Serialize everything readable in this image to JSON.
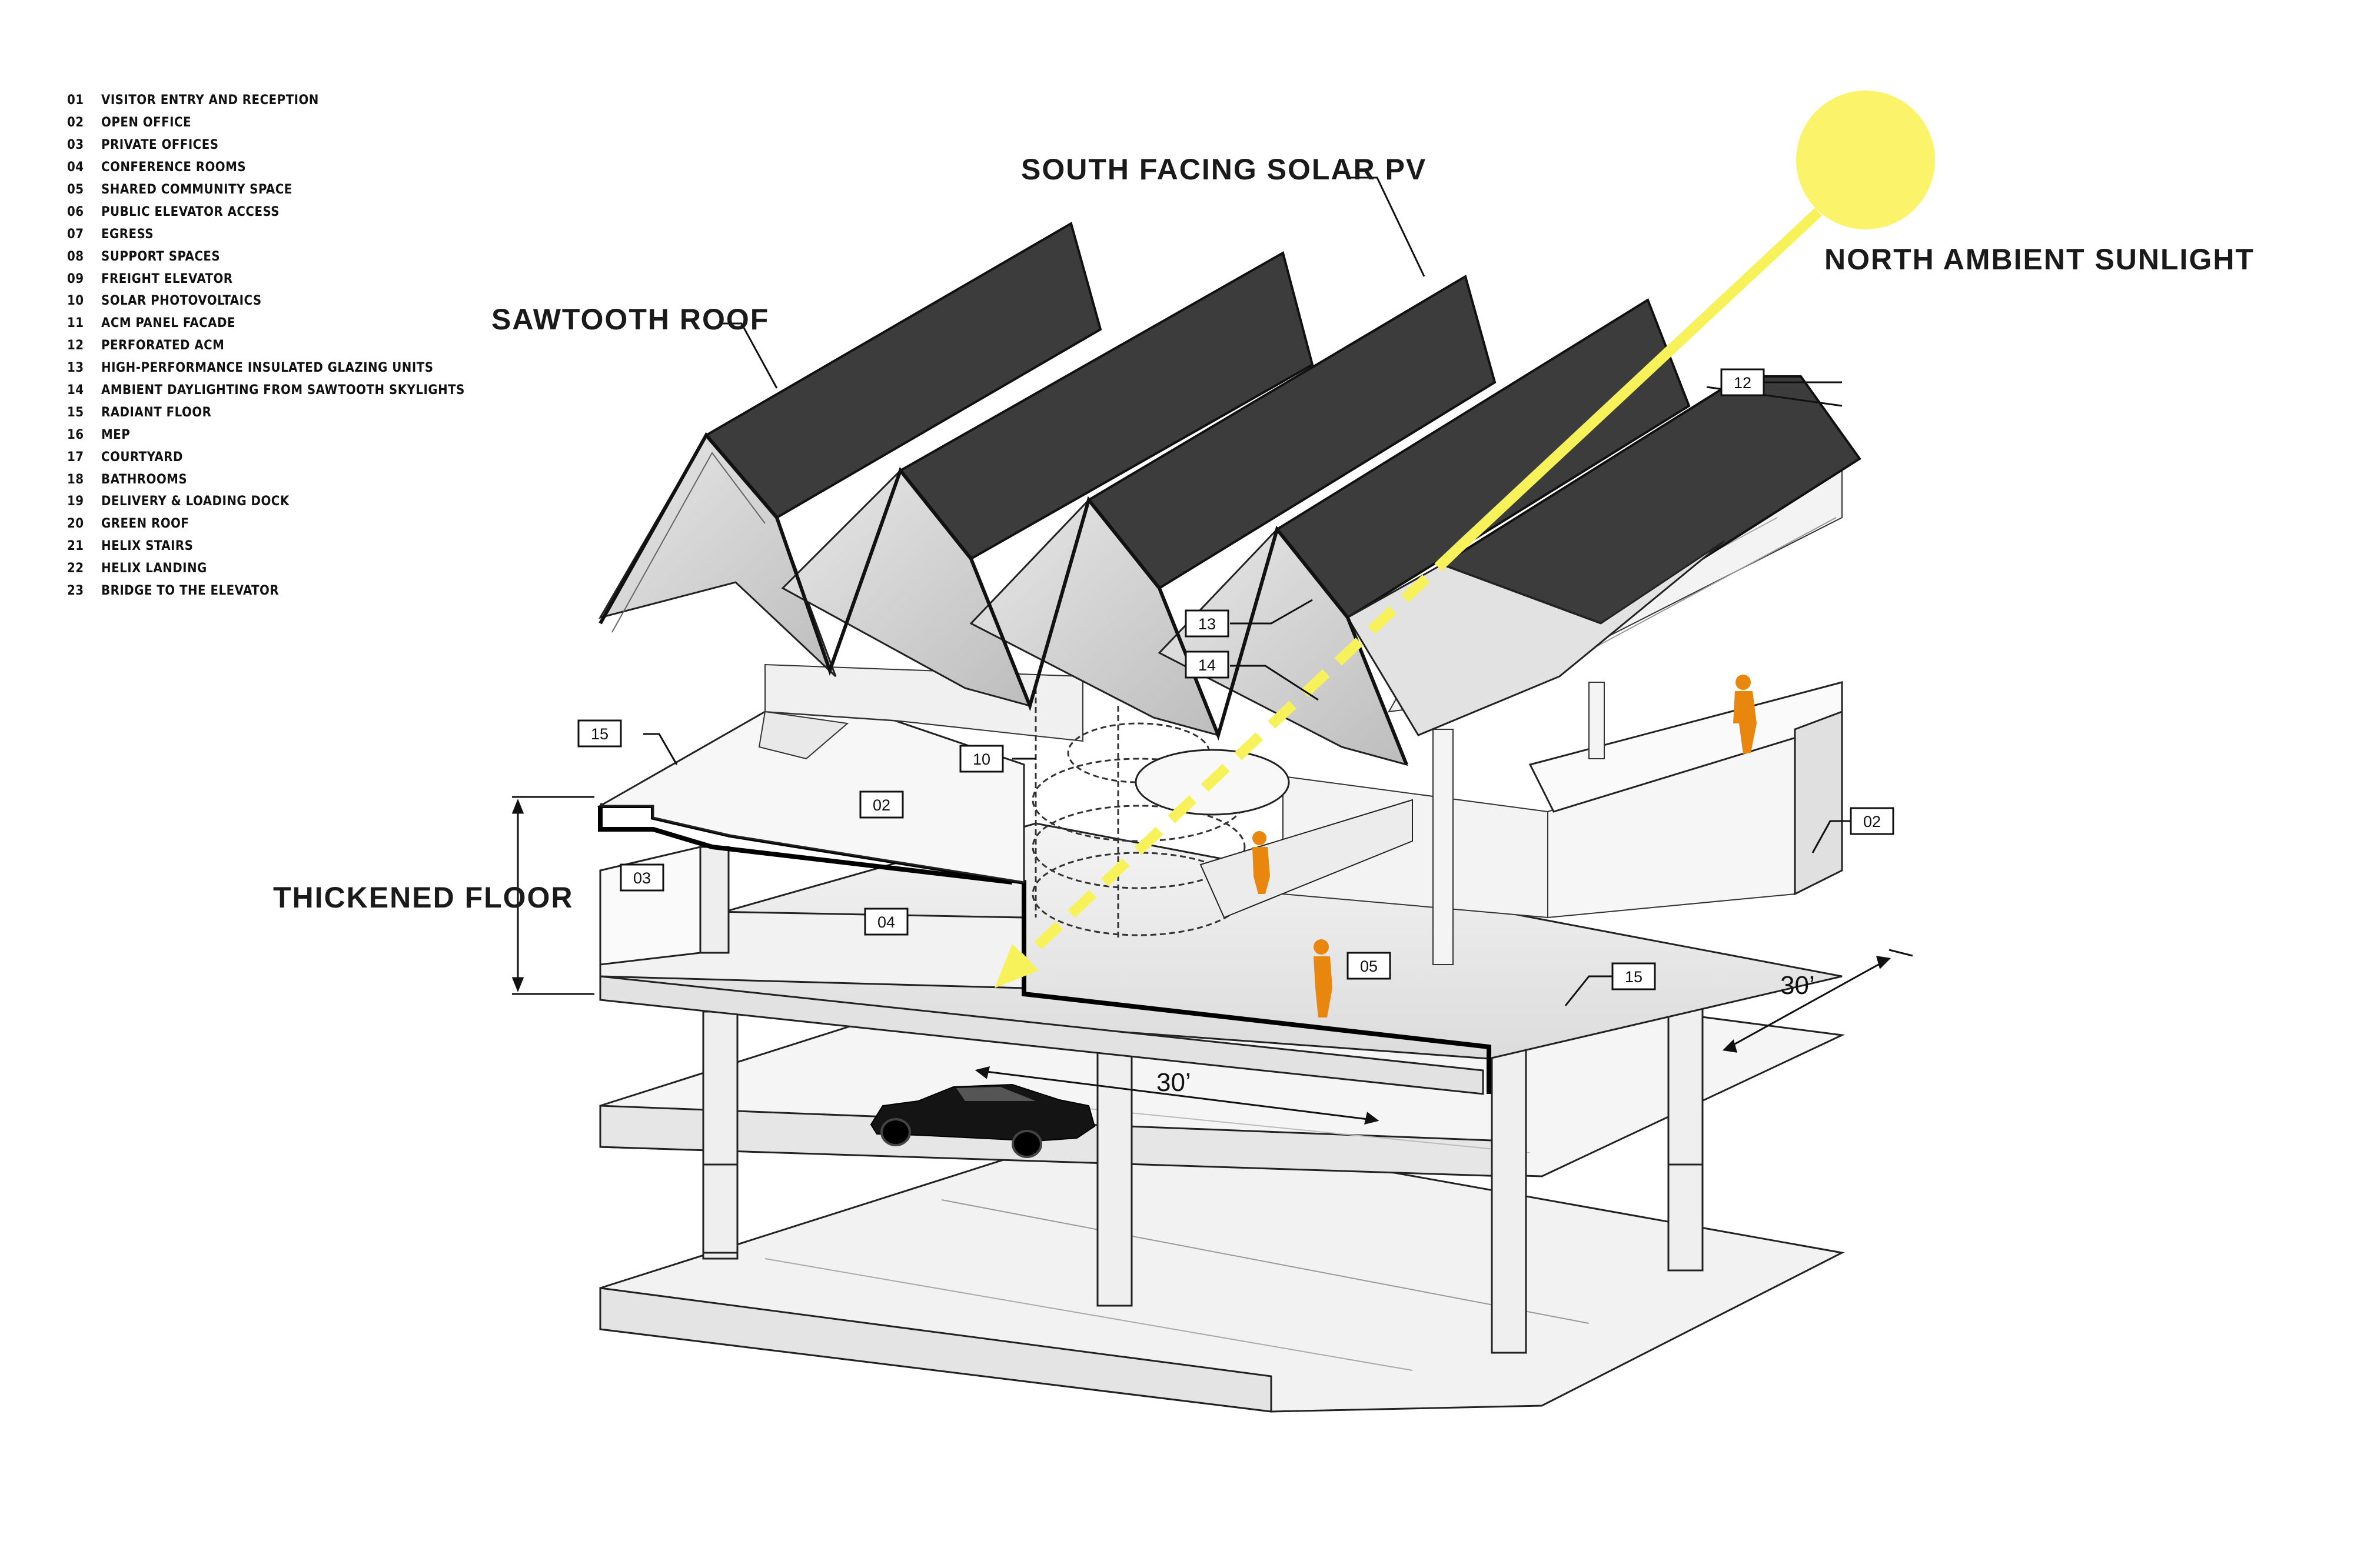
{
  "legend": [
    {
      "num": "01",
      "text": "VISITOR ENTRY AND RECEPTION"
    },
    {
      "num": "02",
      "text": "OPEN OFFICE"
    },
    {
      "num": "03",
      "text": "PRIVATE OFFICES"
    },
    {
      "num": "04",
      "text": "CONFERENCE ROOMS"
    },
    {
      "num": "05",
      "text": "SHARED COMMUNITY SPACE"
    },
    {
      "num": "06",
      "text": "PUBLIC ELEVATOR ACCESS"
    },
    {
      "num": "07",
      "text": "EGRESS"
    },
    {
      "num": "08",
      "text": "SUPPORT SPACES"
    },
    {
      "num": "09",
      "text": "FREIGHT ELEVATOR"
    },
    {
      "num": "10",
      "text": "SOLAR PHOTOVOLTAICS"
    },
    {
      "num": "11",
      "text": "ACM PANEL FACADE"
    },
    {
      "num": "12",
      "text": "PERFORATED ACM"
    },
    {
      "num": "13",
      "text": "HIGH-PERFORMANCE INSULATED GLAZING UNITS"
    },
    {
      "num": "14",
      "text": "AMBIENT DAYLIGHTING FROM SAWTOOTH SKYLIGHTS"
    },
    {
      "num": "15",
      "text": "RADIANT FLOOR"
    },
    {
      "num": "16",
      "text": "MEP"
    },
    {
      "num": "17",
      "text": "COURTYARD"
    },
    {
      "num": "18",
      "text": "BATHROOMS"
    },
    {
      "num": "19",
      "text": "DELIVERY & LOADING DOCK"
    },
    {
      "num": "20",
      "text": "GREEN ROOF"
    },
    {
      "num": "21",
      "text": "HELIX STAIRS"
    },
    {
      "num": "22",
      "text": "HELIX LANDING"
    },
    {
      "num": "23",
      "text": "BRIDGE TO THE ELEVATOR"
    }
  ],
  "callouts": {
    "sawtooth_roof": "SAWTOOTH ROOF",
    "south_facing_solar_pv": "SOUTH FACING SOLAR PV",
    "north_ambient_sunlight": "NORTH AMBIENT SUNLIGHT",
    "thickened_floor": "THICKENED FLOOR"
  },
  "tags": {
    "t12": "12",
    "t13": "13",
    "t14": "14",
    "t15_left": "15",
    "t15_right": "15",
    "t10": "10",
    "t02_left": "02",
    "t02_right": "02",
    "t03": "03",
    "t04": "04",
    "t05": "05"
  },
  "dimensions": {
    "bay_front": "30’",
    "bay_side": "30’"
  },
  "colors": {
    "sun": "#fbf46a",
    "sun_ray": "#f7f25a",
    "figures": "#e8860e",
    "solar_panels": "#3c3c3c",
    "car": "#141414"
  }
}
